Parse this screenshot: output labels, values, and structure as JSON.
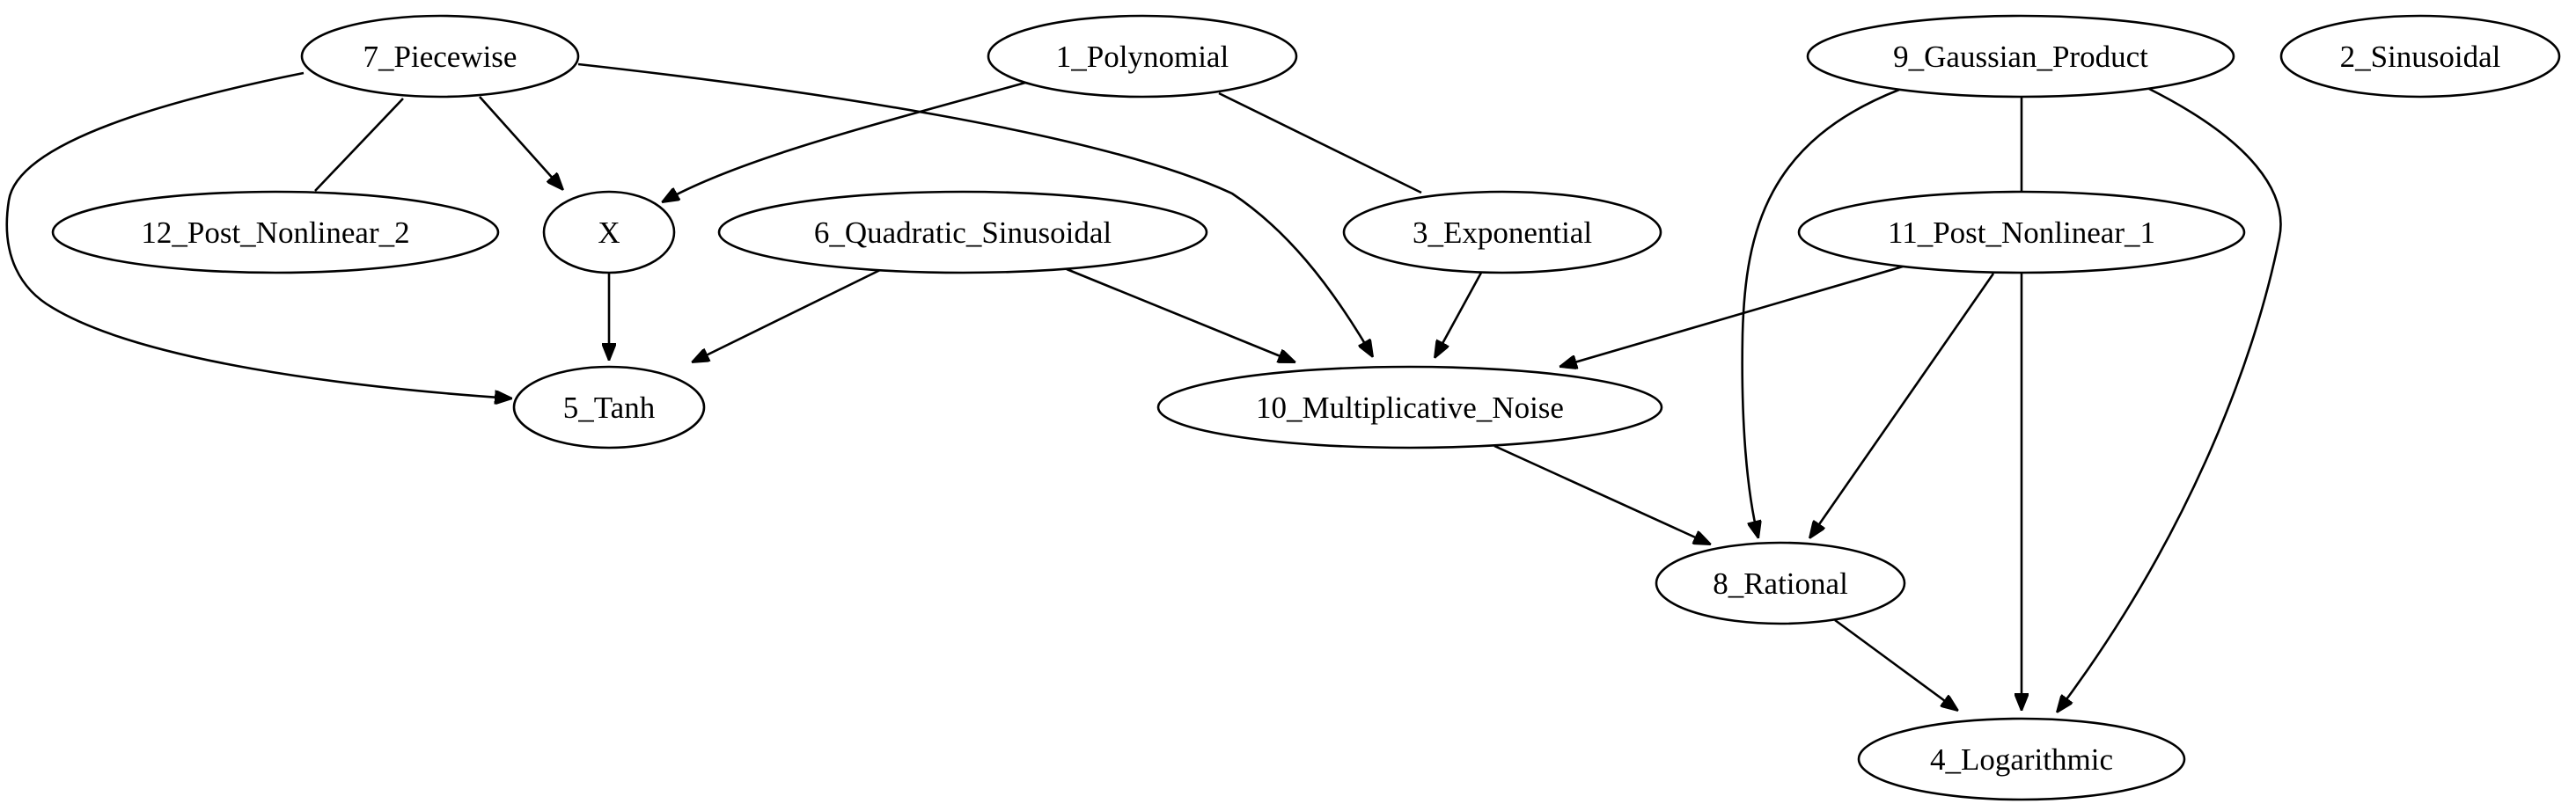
{
  "graph": {
    "nodes": [
      {
        "id": "piecewise",
        "label": "7_Piecewise"
      },
      {
        "id": "polynomial",
        "label": "1_Polynomial"
      },
      {
        "id": "gaussian_product",
        "label": "9_Gaussian_Product"
      },
      {
        "id": "sinusoidal",
        "label": "2_Sinusoidal"
      },
      {
        "id": "post_nonlinear_2",
        "label": "12_Post_Nonlinear_2"
      },
      {
        "id": "x",
        "label": "X"
      },
      {
        "id": "quadratic_sinusoidal",
        "label": "6_Quadratic_Sinusoidal"
      },
      {
        "id": "exponential",
        "label": "3_Exponential"
      },
      {
        "id": "post_nonlinear_1",
        "label": "11_Post_Nonlinear_1"
      },
      {
        "id": "tanh",
        "label": "5_Tanh"
      },
      {
        "id": "multiplicative_noise",
        "label": "10_Multiplicative_Noise"
      },
      {
        "id": "rational",
        "label": "8_Rational"
      },
      {
        "id": "logarithmic",
        "label": "4_Logarithmic"
      }
    ],
    "edges": [
      {
        "from": "piecewise",
        "to": "post_nonlinear_2",
        "directed": false
      },
      {
        "from": "piecewise",
        "to": "x",
        "directed": true
      },
      {
        "from": "piecewise",
        "to": "tanh",
        "directed": true
      },
      {
        "from": "piecewise",
        "to": "multiplicative_noise",
        "directed": true
      },
      {
        "from": "polynomial",
        "to": "x",
        "directed": true
      },
      {
        "from": "polynomial",
        "to": "exponential",
        "directed": false
      },
      {
        "from": "x",
        "to": "tanh",
        "directed": true
      },
      {
        "from": "quadratic_sinusoidal",
        "to": "tanh",
        "directed": true
      },
      {
        "from": "quadratic_sinusoidal",
        "to": "multiplicative_noise",
        "directed": true
      },
      {
        "from": "exponential",
        "to": "multiplicative_noise",
        "directed": true
      },
      {
        "from": "gaussian_product",
        "to": "post_nonlinear_1",
        "directed": false
      },
      {
        "from": "gaussian_product",
        "to": "rational",
        "directed": true
      },
      {
        "from": "gaussian_product",
        "to": "logarithmic",
        "directed": true
      },
      {
        "from": "post_nonlinear_1",
        "to": "multiplicative_noise",
        "directed": true
      },
      {
        "from": "post_nonlinear_1",
        "to": "rational",
        "directed": true
      },
      {
        "from": "post_nonlinear_1",
        "to": "logarithmic",
        "directed": true
      },
      {
        "from": "multiplicative_noise",
        "to": "rational",
        "directed": true
      },
      {
        "from": "rational",
        "to": "logarithmic",
        "directed": true
      }
    ]
  }
}
